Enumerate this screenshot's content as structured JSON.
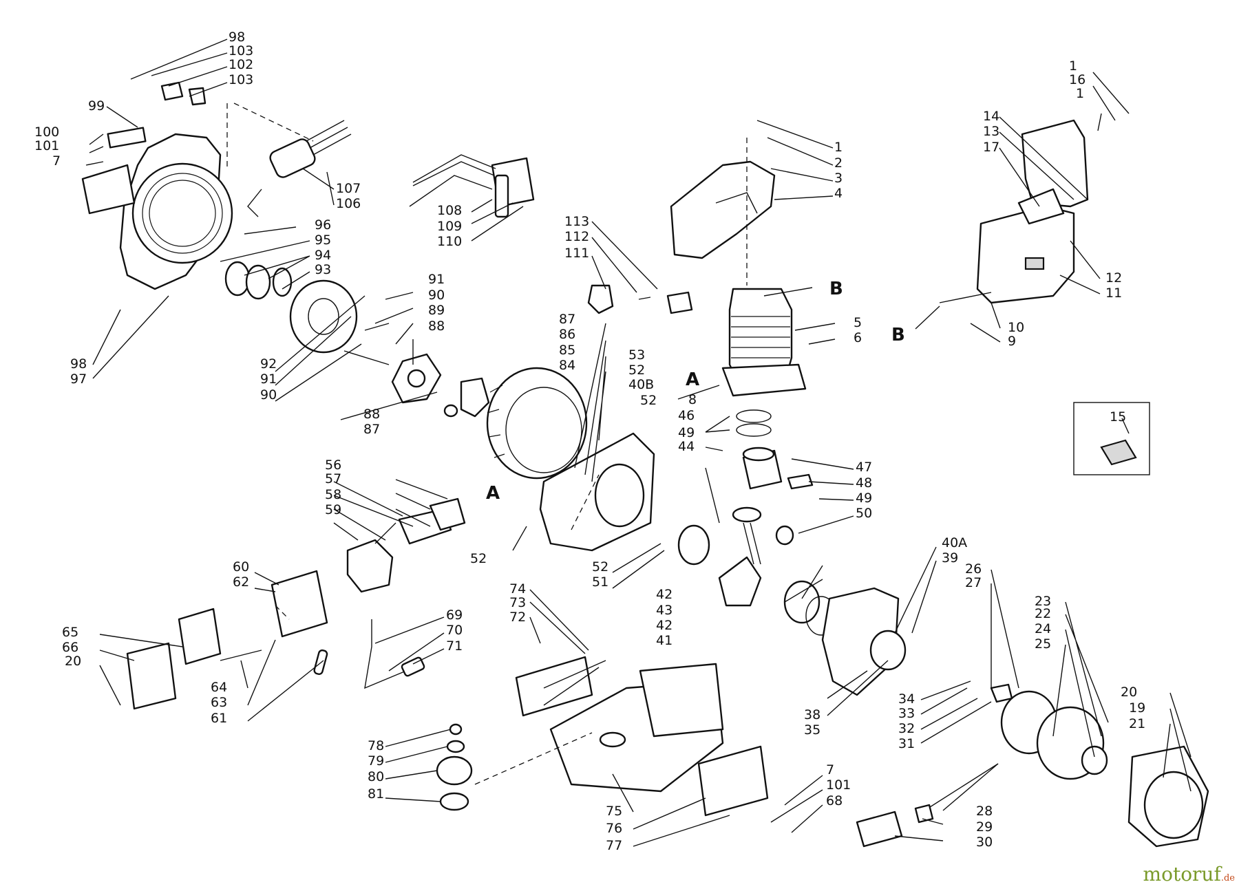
{
  "watermark": {
    "brand": "motoruf",
    "tld": ".de"
  },
  "section_markers": [
    "A",
    "B"
  ],
  "callouts": [
    "1",
    "2",
    "3",
    "4",
    "5",
    "6",
    "7",
    "8",
    "9",
    "10",
    "11",
    "12",
    "13",
    "14",
    "15",
    "16",
    "17",
    "19",
    "20",
    "21",
    "22",
    "23",
    "24",
    "25",
    "26",
    "27",
    "28",
    "29",
    "30",
    "31",
    "32",
    "33",
    "34",
    "35",
    "38",
    "39",
    "40A",
    "40B",
    "41",
    "42",
    "43",
    "44",
    "46",
    "47",
    "48",
    "49",
    "50",
    "51",
    "52",
    "53",
    "56",
    "57",
    "58",
    "59",
    "60",
    "61",
    "62",
    "63",
    "64",
    "65",
    "66",
    "68",
    "69",
    "70",
    "71",
    "72",
    "73",
    "74",
    "75",
    "76",
    "77",
    "78",
    "79",
    "80",
    "81",
    "84",
    "85",
    "86",
    "87",
    "88",
    "89",
    "90",
    "91",
    "92",
    "93",
    "94",
    "95",
    "96",
    "97",
    "98",
    "99",
    "100",
    "101",
    "102",
    "103",
    "106",
    "107",
    "108",
    "109",
    "110",
    "111",
    "112",
    "113"
  ]
}
